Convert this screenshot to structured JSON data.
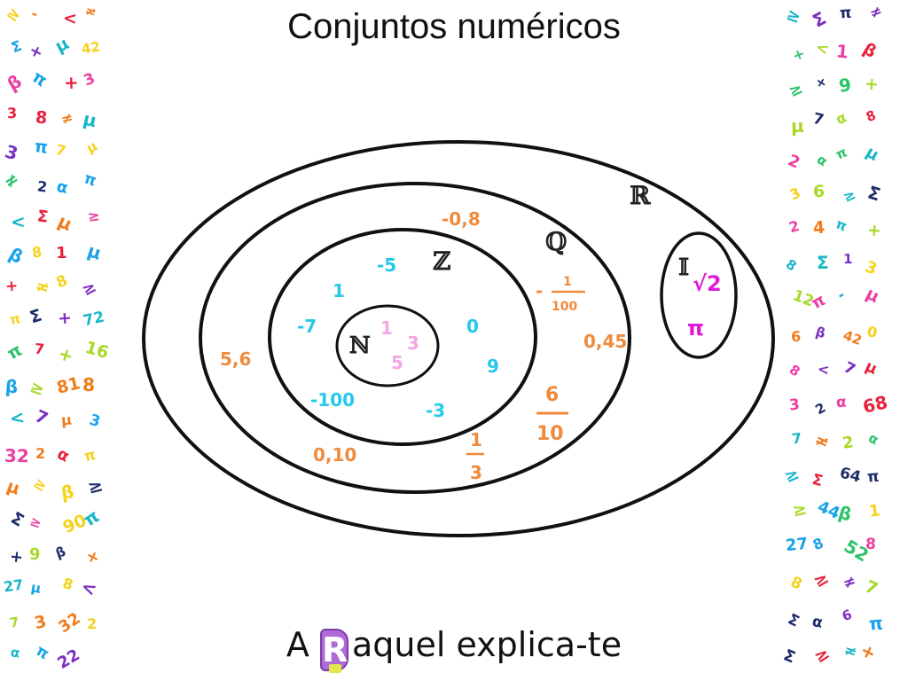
{
  "title": "Conjuntos numéricos",
  "footer": {
    "prefix": "A ",
    "logo_letter": "R",
    "text": "aquel explica-te"
  },
  "sets": {
    "reals": "ℝ",
    "rationals": "ℚ",
    "integers": "ℤ",
    "naturals": "ℕ",
    "irrationals": "𝕀"
  },
  "naturals_elements": [
    "1",
    "3",
    "5"
  ],
  "integers_elements": [
    "-5",
    "1",
    "-7",
    "0",
    "9",
    "-100",
    "-3"
  ],
  "rationals_elements": {
    "decimals": [
      "-0,8",
      "0,45",
      "5,6",
      "0,10"
    ],
    "fraction_neg": {
      "sign": "-",
      "num": "1",
      "den": "100"
    },
    "fraction_a": {
      "num": "6",
      "den": "10"
    },
    "fraction_b": {
      "num": "1",
      "den": "3"
    }
  },
  "irrationals_elements": {
    "sqrt": "√2",
    "pi": "π"
  },
  "decor_colors": [
    "#e8213b",
    "#f5d21c",
    "#2cc36b",
    "#1aa3e8",
    "#7a2fc2",
    "#f07c1c",
    "#ec3fa3",
    "#1f2d6b",
    "#a8d92a",
    "#18b6c9"
  ],
  "decor_left": [
    "≥",
    "-",
    "<",
    "≠",
    "Σ",
    "+",
    "μ",
    "42",
    "β",
    "π",
    "+",
    "3",
    "3",
    "8",
    "≠",
    "μ",
    "3",
    "π",
    "7",
    "μ",
    "≠",
    "2",
    "α",
    "π",
    "<",
    "Σ",
    "μ",
    "≥",
    "β",
    "8",
    "1",
    "μ",
    "+",
    "≠",
    "8",
    "≥",
    "π",
    "Σ",
    "+",
    "72",
    "π",
    "7",
    "+",
    "16",
    "β",
    "≥",
    "81",
    "8",
    "<",
    "7",
    "μ",
    "3",
    "32",
    "2",
    "α",
    "π",
    "μ",
    "≥",
    "β",
    "≥",
    "Σ",
    "≥",
    "90",
    "π",
    "+",
    "9",
    "β",
    "+",
    "27",
    "μ",
    "8",
    "<",
    "7",
    "3",
    "32",
    "2",
    "α",
    "π",
    "22"
  ],
  "decor_right": [
    "≥",
    "Σ",
    "π",
    "≠",
    "+",
    "<",
    "1",
    "β",
    "≥",
    "+",
    "9",
    "+",
    "μ",
    "7",
    "α",
    "8",
    "2",
    "α",
    "π",
    "μ",
    "3",
    "6",
    "≥",
    "Σ",
    "2",
    "4",
    "π",
    "+",
    "8",
    "Σ",
    "1",
    "3",
    "12",
    "π",
    "-",
    "μ",
    "6",
    "β",
    "42",
    "0",
    "8",
    "<",
    "7",
    "μ",
    "3",
    "2",
    "α",
    "68",
    "7",
    "≠",
    "2",
    "α",
    "≥",
    "Σ",
    "64",
    "π",
    "≥",
    "44",
    "β",
    "1",
    "27",
    "8",
    "52",
    "8",
    "8",
    "≥",
    "≠",
    "7",
    "Σ",
    "α",
    "6",
    "π",
    "Σ",
    "≥",
    "≠",
    "+"
  ]
}
